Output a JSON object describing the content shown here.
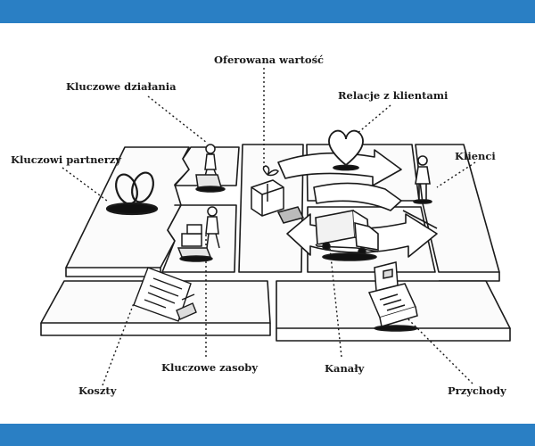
{
  "colors": {
    "frame": "#2a7fc4",
    "ink": "#1a1a1a",
    "paper": "#ffffff"
  },
  "labels": {
    "key_activities": "Kluczowe działania",
    "value_proposition": "Oferowana wartość",
    "customer_relationships": "Relacje z klientami",
    "key_partners": "Kluczowi partnerzy",
    "customer_segments": "Klienci",
    "key_resources": "Kluczowe zasoby",
    "channels": "Kanały",
    "cost_structure": "Koszty",
    "revenue_streams": "Przychody"
  },
  "icons": {
    "key_partners": "interlocked-rings-icon",
    "key_activities": "worker-pushing-cart-icon",
    "key_resources": "worker-with-boxes-icon",
    "value_proposition": "gift-box-icon",
    "customer_relationships": "heart-icon",
    "channels": "delivery-truck-icon",
    "customer_segments": "customer-person-icon",
    "cost_structure": "invoice-document-icon",
    "revenue_streams": "cash-register-icon"
  }
}
